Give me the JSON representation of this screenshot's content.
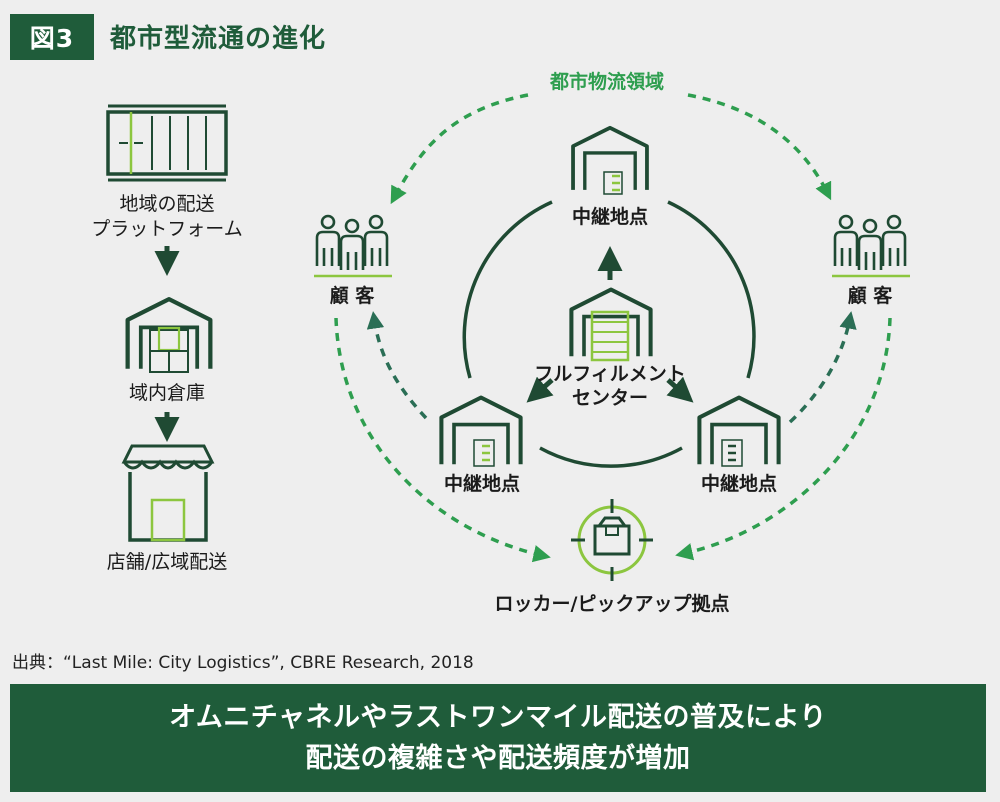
{
  "header": {
    "figure_badge": "図3",
    "title": "都市型流通の進化"
  },
  "left_chain": {
    "step1_line1": "地域の配送",
    "step1_line2": "プラットフォーム",
    "step2": "域内倉庫",
    "step3": "店舗/広域配送"
  },
  "cycle": {
    "urban_zone": "都市物流領域",
    "hub_top": "中継地点",
    "hub_left": "中継地点",
    "hub_right": "中継地点",
    "fulfillment_line1": "フルフィルメント",
    "fulfillment_line2": "センター",
    "customer_left": "顧 客",
    "customer_right": "顧 客",
    "locker": "ロッカー/ピックアップ拠点"
  },
  "source": "出典：“Last Mile: City Logistics”, CBRE Research, 2018",
  "banner": {
    "line1": "オムニチャネルやラストワンマイル配送の普及により",
    "line2": "配送の複雑さや配送頻度が増加"
  },
  "colors": {
    "dark_green": "#1f5c3a",
    "light_green": "#8cc63f",
    "dash_green": "#2e9e4f",
    "dash_teal": "#2a6e55",
    "background": "#eeeeee"
  }
}
